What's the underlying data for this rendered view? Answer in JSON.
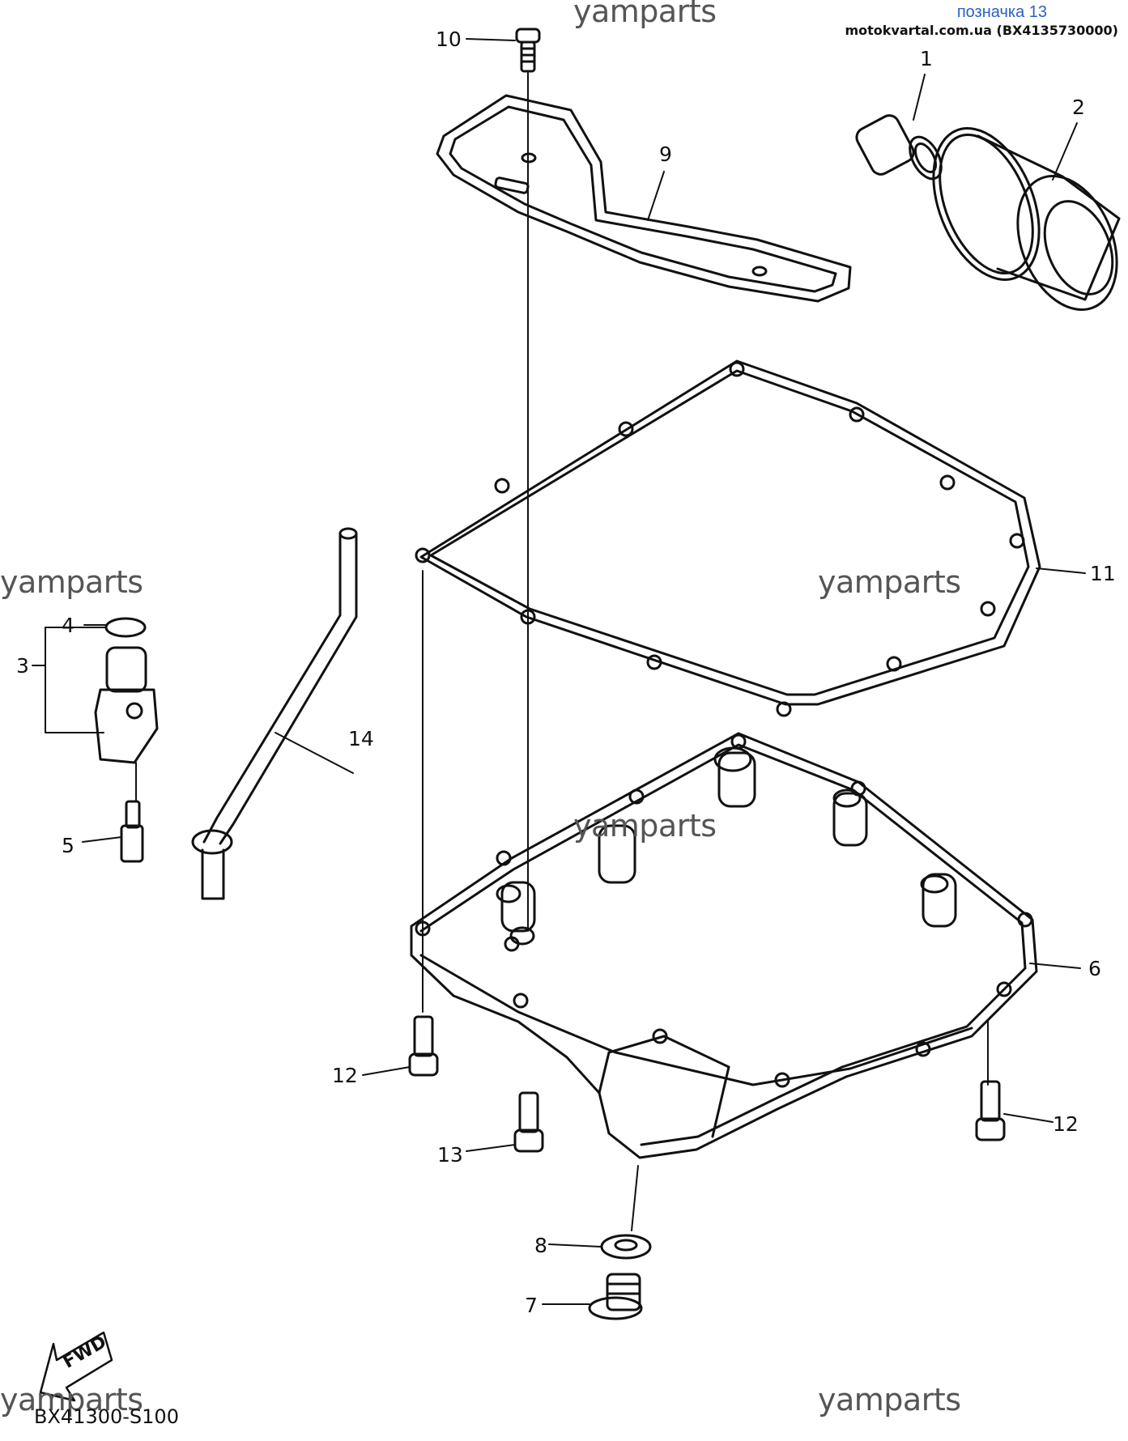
{
  "header": {
    "mark": "позначка 13",
    "source": "motokvartal.com.ua (BX4135730000)"
  },
  "watermark": "yamparts",
  "diagram_code": "BX41300-S100",
  "fwd_label": "FWD",
  "callouts": {
    "c1": "1",
    "c2": "2",
    "c3": "3",
    "c4": "4",
    "c5": "5",
    "c6": "6",
    "c7": "7",
    "c8": "8",
    "c9": "9",
    "c10": "10",
    "c11": "11",
    "c12a": "12",
    "c12b": "12",
    "c13": "13",
    "c14": "14"
  },
  "colors": {
    "line": "#111111",
    "watermark": "#555555",
    "mark": "#2a5fc9"
  }
}
